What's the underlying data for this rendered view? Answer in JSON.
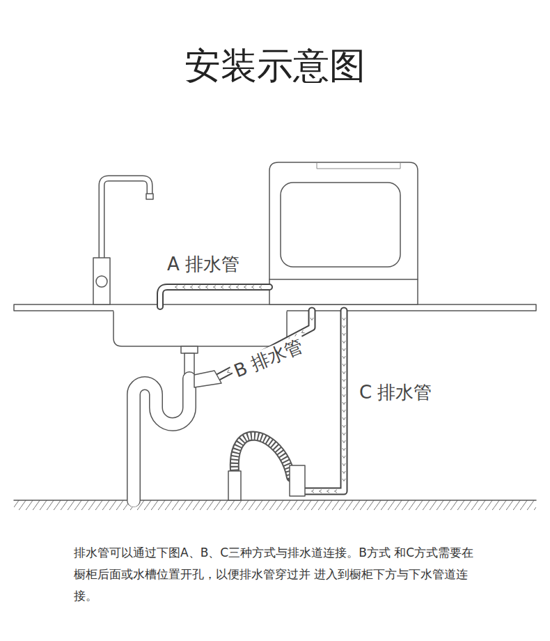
{
  "diagram": {
    "title": "安装示意图",
    "caption": "排水管可以通过下图A、B、C三种方式与排水道连接。B方式 和C方式需要在橱柜后面或水槽位置开孔，以便排水管穿过并 进入到橱柜下方与下水管道连接。",
    "labels": [
      "A 排水管",
      "B 排水管",
      "C 排水管"
    ]
  }
}
